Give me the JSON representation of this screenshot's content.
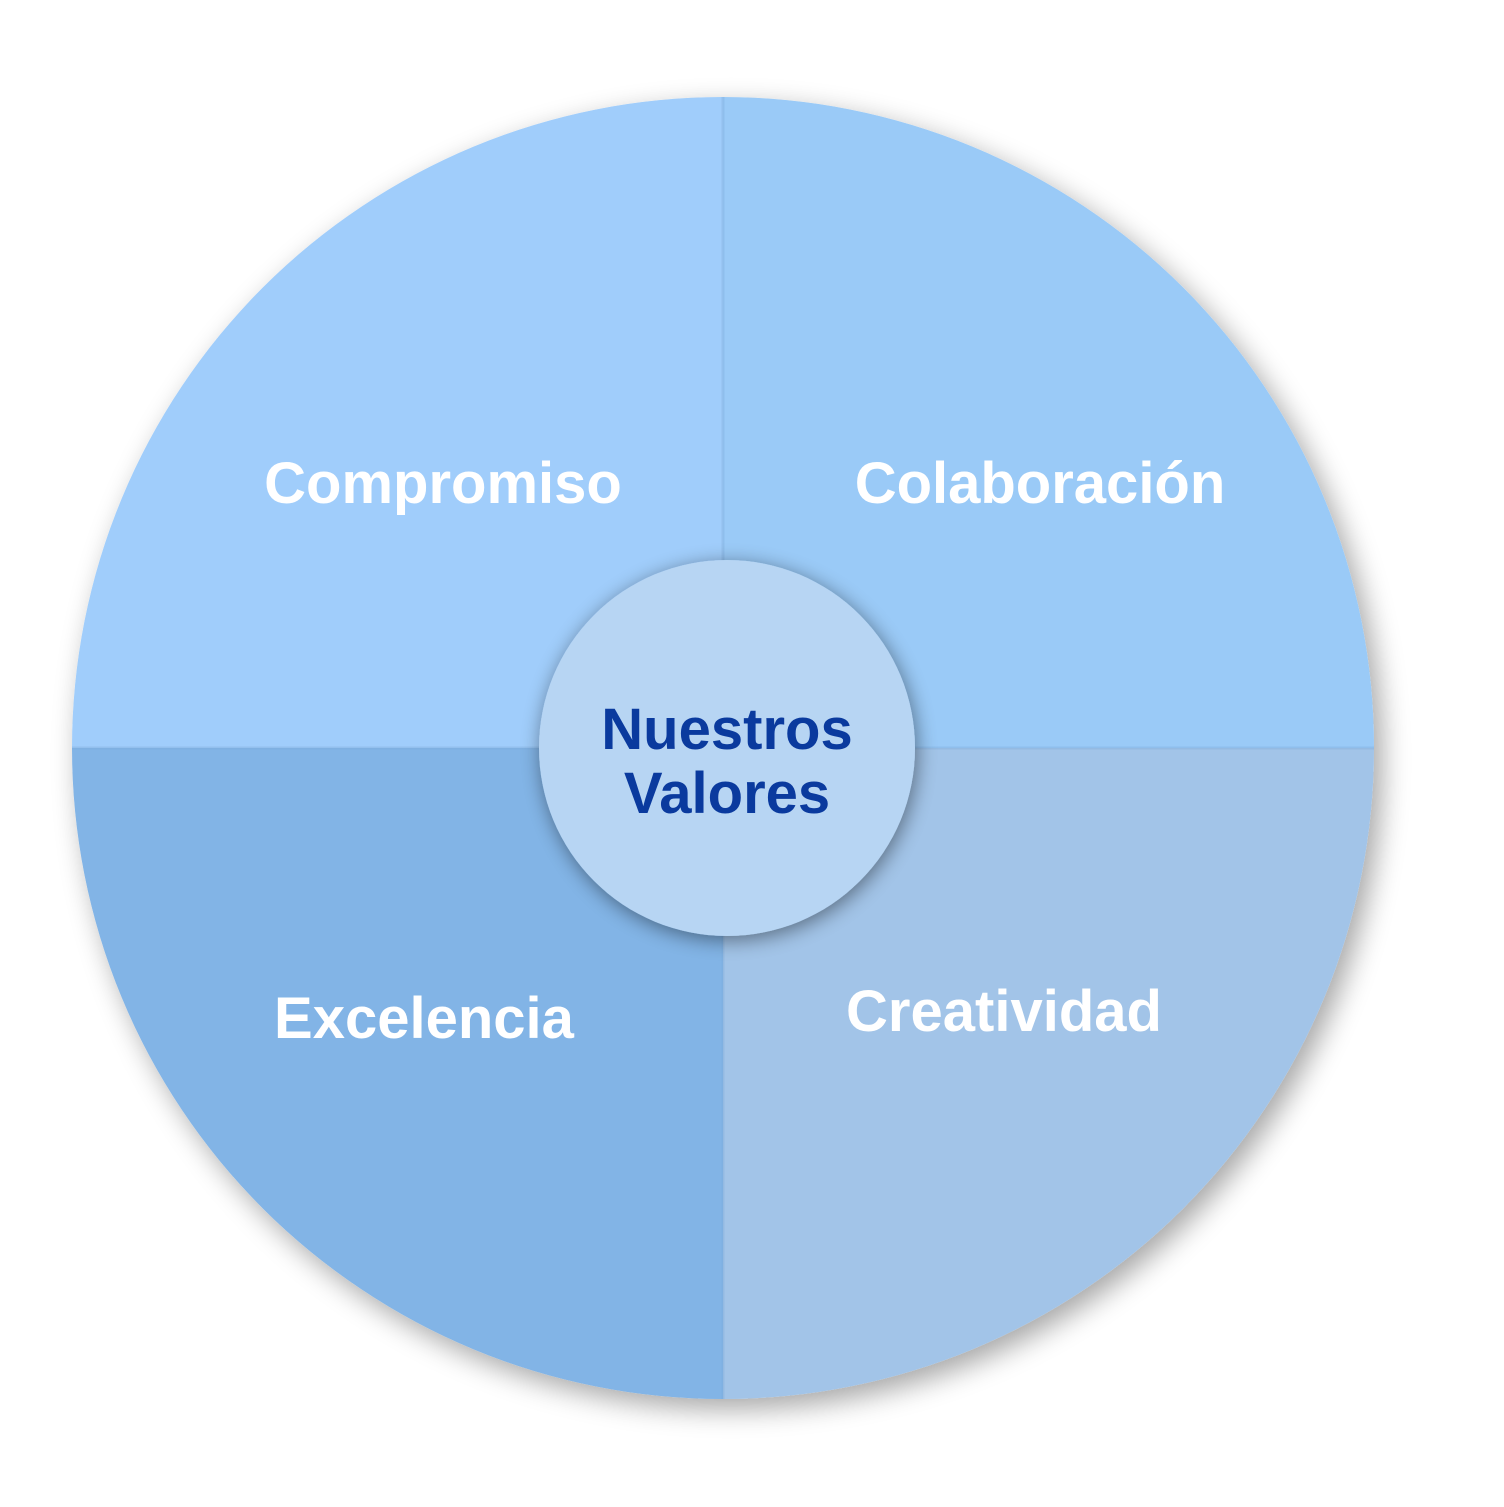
{
  "center": {
    "line1": "Nuestros",
    "line2": "Valores",
    "text_color": "#0a3a9e",
    "fill_color": "#b7d5f3"
  },
  "quadrants": [
    {
      "id": "top-left",
      "label": "Compromiso",
      "color": "#a0cdfb"
    },
    {
      "id": "top-right",
      "label": "Colaboración",
      "color": "#9acaf7"
    },
    {
      "id": "bottom-left",
      "label": "Excelencia",
      "color": "#82b4e6"
    },
    {
      "id": "bottom-right",
      "label": "Creatividad",
      "color": "#a2c4e8"
    }
  ]
}
